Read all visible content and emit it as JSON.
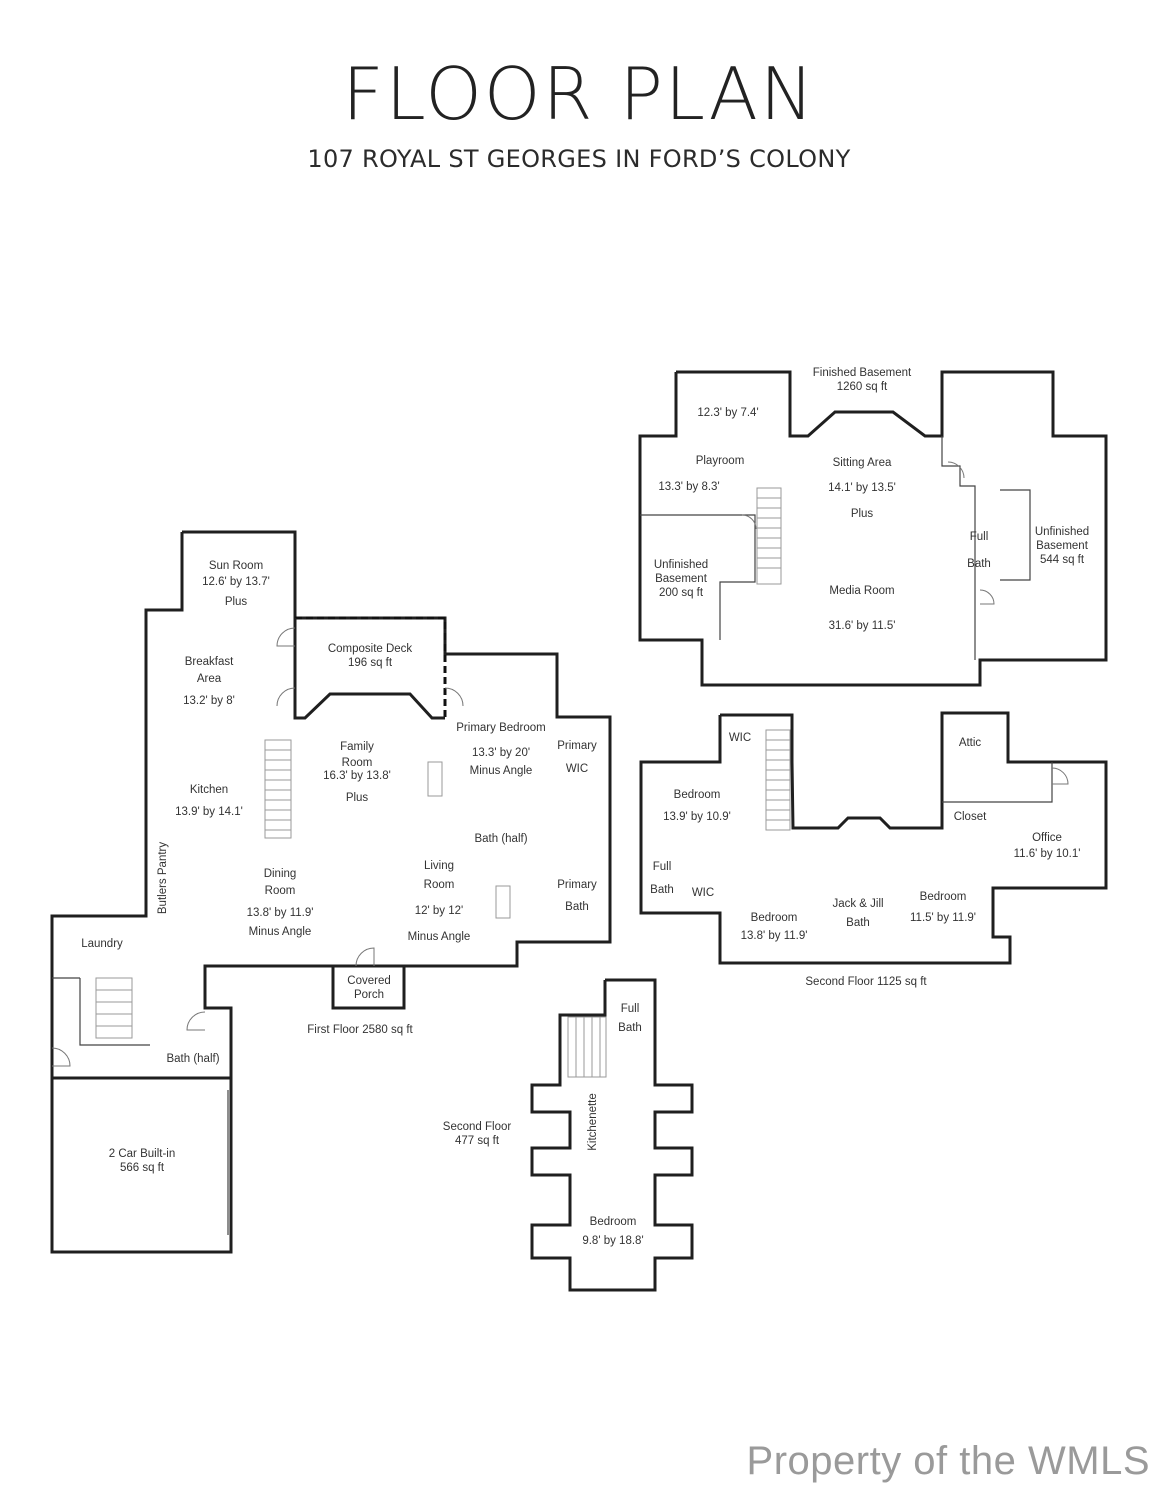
{
  "header": {
    "title": "FLOOR PLAN",
    "subtitle": "107 ROYAL ST GEORGES IN FORD’S COLONY"
  },
  "labels": {
    "sun_room": "Sun Room",
    "sun_room_dim": "12.6' by 13.7'",
    "sun_room_plus": "Plus",
    "breakfast_1": "Breakfast",
    "breakfast_2": "Area",
    "breakfast_dim": "13.2' by 8'",
    "deck": "Composite Deck",
    "deck_sqft": "196 sq ft",
    "primary_bedroom": "Primary Bedroom",
    "primary_bedroom_dim": "13.3' by 20'",
    "primary_bedroom_note": "Minus Angle",
    "primary_wic_1": "Primary",
    "primary_wic_2": "WIC",
    "family_1": "Family",
    "family_2": "Room",
    "family_dim": "16.3' by 13.8'",
    "family_plus": "Plus",
    "kitchen": "Kitchen",
    "kitchen_dim": "13.9' by 14.1'",
    "bath_half_1": "Bath (half)",
    "butlers_pantry": "Butlers Pantry",
    "dining_1": "Dining",
    "dining_2": "Room",
    "dining_dim": "13.8' by 11.9'",
    "dining_note": "Minus Angle",
    "living_1": "Living",
    "living_2": "Room",
    "living_dim": "12' by 12'",
    "living_note": "Minus Angle",
    "primary_bath_1": "Primary",
    "primary_bath_2": "Bath",
    "laundry": "Laundry",
    "covered_porch_1": "Covered",
    "covered_porch_2": "Porch",
    "first_floor": "First Floor 2580 sq ft",
    "bath_half_2": "Bath (half)",
    "garage_1": "2 Car Built-in",
    "garage_2": "566 sq ft",
    "finished_basement_1": "Finished Basement",
    "finished_basement_2": "1260 sq ft",
    "room_12x7": "12.3' by 7.4'",
    "playroom": "Playroom",
    "playroom_dim": "13.3' by 8.3'",
    "sitting_area": "Sitting Area",
    "sitting_dim": "14.1' by 13.5'",
    "sitting_plus": "Plus",
    "unf_bsmt_small_1": "Unfinished",
    "unf_bsmt_small_2": "Basement",
    "unf_bsmt_small_3": "200 sq ft",
    "media_room": "Media Room",
    "media_dim": "31.6' by 11.5'",
    "full_bath_b_1": "Full",
    "full_bath_b_2": "Bath",
    "unf_bsmt_large_1": "Unfinished",
    "unf_bsmt_large_2": "Basement",
    "unf_bsmt_large_3": "544 sq ft",
    "wic_2f": "WIC",
    "attic": "Attic",
    "bedroom_2f_a": "Bedroom",
    "bedroom_2f_a_dim": "13.9' by 10.9'",
    "closet": "Closet",
    "office": "Office",
    "office_dim": "11.6' by 10.1'",
    "full_bath_2f_1": "Full",
    "full_bath_2f_2": "Bath",
    "wic_2f_b": "WIC",
    "jack_jill_1": "Jack & Jill",
    "jack_jill_2": "Bath",
    "bedroom_2f_b": "Bedroom",
    "bedroom_2f_b_dim": "13.8' by 11.9'",
    "bedroom_2f_c": "Bedroom",
    "bedroom_2f_c_dim": "11.5' by 11.9'",
    "second_floor_main": "Second Floor 1125 sq ft",
    "full_bath_g_1": "Full",
    "full_bath_g_2": "Bath",
    "kitchenette": "Kitchenette",
    "second_floor_2_1": "Second Floor",
    "second_floor_2_2": "477 sq ft",
    "bedroom_g": "Bedroom",
    "bedroom_g_dim": "9.8' by 18.8'"
  },
  "watermark": "Property of the WMLS"
}
